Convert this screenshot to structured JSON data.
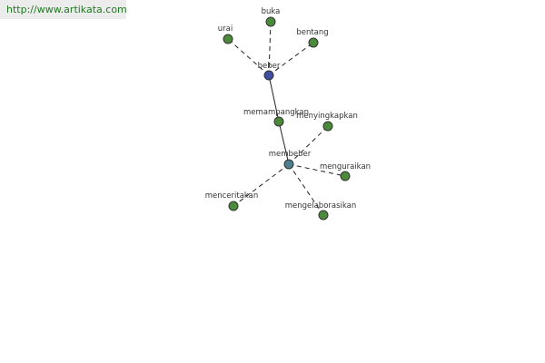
{
  "source_url": "http://www.artikata.com",
  "colors": {
    "root": "#3d4f9e",
    "hub": "#4f7f8f",
    "leaf": "#4a8a3a",
    "banner_text": "#1f7a1f"
  },
  "nodes": [
    {
      "id": "beber",
      "label": "beber",
      "kind": "root"
    },
    {
      "id": "buka",
      "label": "buka",
      "kind": "leaf"
    },
    {
      "id": "urai",
      "label": "urai",
      "kind": "leaf"
    },
    {
      "id": "bentang",
      "label": "bentang",
      "kind": "leaf"
    },
    {
      "id": "memampangkan",
      "label": "memampangkan",
      "kind": "leaf"
    },
    {
      "id": "membeber",
      "label": "membeber",
      "kind": "hub"
    },
    {
      "id": "menyingkapkan",
      "label": "menyingkapkan",
      "kind": "leaf"
    },
    {
      "id": "menguraikan",
      "label": "menguraikan",
      "kind": "leaf"
    },
    {
      "id": "menceritakan",
      "label": "menceritakan",
      "kind": "leaf"
    },
    {
      "id": "mengelaborasikan",
      "label": "mengelaborasikan",
      "kind": "leaf"
    }
  ],
  "edges": [
    {
      "from": "beber",
      "to": "buka",
      "style": "dashed"
    },
    {
      "from": "beber",
      "to": "urai",
      "style": "dashed"
    },
    {
      "from": "beber",
      "to": "bentang",
      "style": "dashed"
    },
    {
      "from": "beber",
      "to": "memampangkan",
      "style": "solid"
    },
    {
      "from": "memampangkan",
      "to": "membeber",
      "style": "solid"
    },
    {
      "from": "membeber",
      "to": "menyingkapkan",
      "style": "dashed"
    },
    {
      "from": "membeber",
      "to": "menguraikan",
      "style": "dashed"
    },
    {
      "from": "membeber",
      "to": "menceritakan",
      "style": "dashed"
    },
    {
      "from": "membeber",
      "to": "mengelaborasikan",
      "style": "dashed"
    }
  ]
}
